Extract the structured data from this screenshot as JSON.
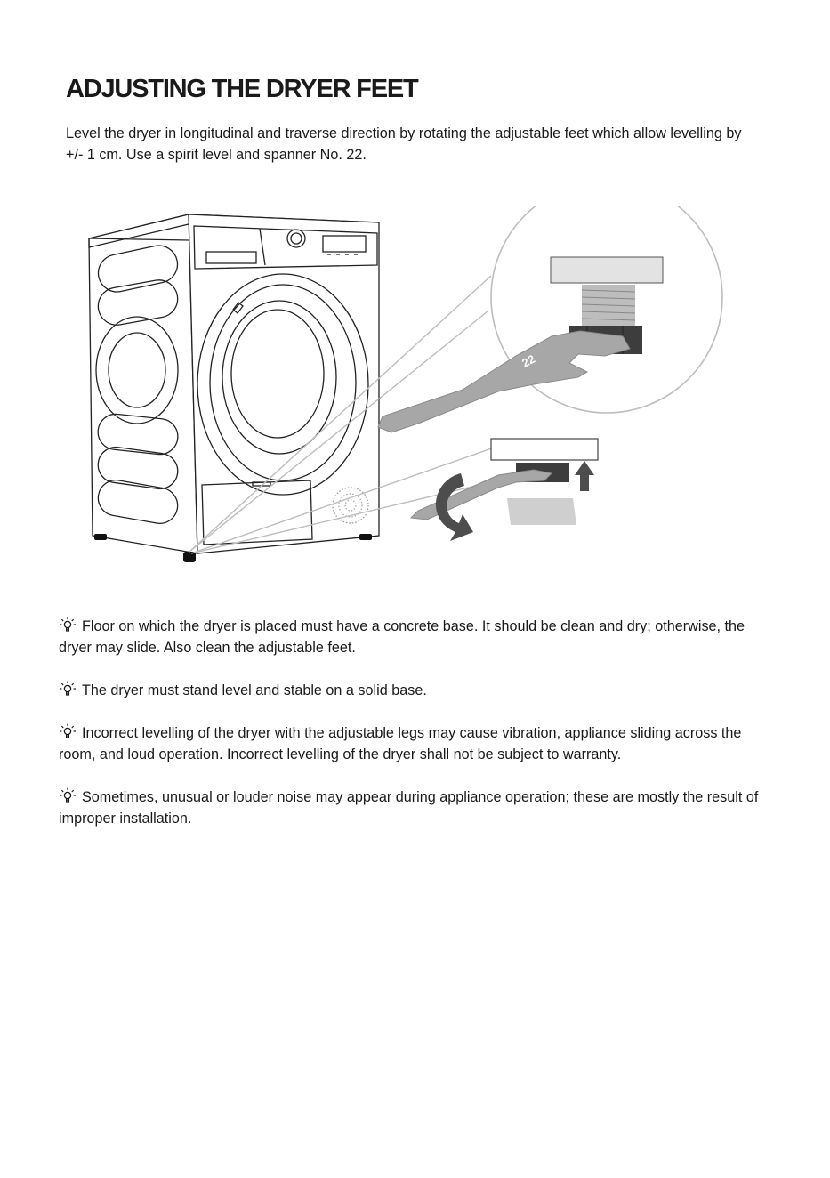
{
  "page": {
    "title": "ADJUSTING THE DRYER FEET",
    "intro": "Level the dryer in longitudinal and traverse direction by rotating the adjustable feet which allow levelling by +/- 1 cm. Use a spirit level and spanner No. 22."
  },
  "illustration": {
    "spanner_label": "22",
    "icons": [
      "dryer-appliance",
      "adjustable-foot",
      "spanner",
      "rotate-arrow-icon",
      "up-arrow-icon"
    ],
    "colors": {
      "spanner": "#a7a7a7",
      "nut": "#3d3d3d",
      "arrow": "#4d4d4d",
      "pad": "#cfcfcf"
    }
  },
  "tips": [
    {
      "icon": "lightbulb-icon",
      "text": "Floor on which the dryer is placed must have a concrete base. It should be clean and dry; otherwise, the dryer may slide. Also clean the adjustable feet."
    },
    {
      "icon": "lightbulb-icon",
      "text": "The dryer must stand level and stable on a solid base."
    },
    {
      "icon": "lightbulb-icon",
      "text": "Incorrect levelling of the dryer with the adjustable legs may cause vibration, appliance sliding across the room, and loud operation. Incorrect levelling of the dryer shall not be subject to warranty."
    },
    {
      "icon": "lightbulb-icon",
      "text": "Sometimes, unusual or louder noise may appear during appliance operation; these are mostly the result of improper installation."
    }
  ]
}
